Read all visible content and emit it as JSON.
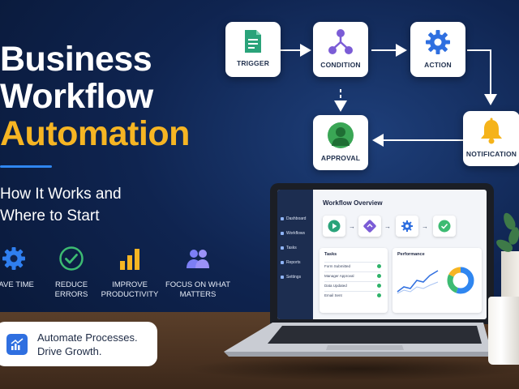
{
  "hero": {
    "line1": "Business",
    "line2": "Workflow",
    "line3": "Automation",
    "subtitle_line1": "How It Works and",
    "subtitle_line2": "Where to Start"
  },
  "benefits": [
    {
      "label": "SAVE TIME",
      "icon": "gear-icon"
    },
    {
      "label": "REDUCE ERRORS",
      "icon": "check-circle-icon"
    },
    {
      "label": "IMPROVE PRODUCTIVITY",
      "icon": "bar-chart-icon"
    },
    {
      "label": "FOCUS ON WHAT MATTERS",
      "icon": "users-icon"
    }
  ],
  "cta": {
    "line1": "Automate Processes.",
    "line2": "Drive Growth.",
    "icon": "trend-chart-icon"
  },
  "workflow": {
    "trigger": "TRIGGER",
    "condition": "CONDITION",
    "action": "ACTION",
    "approval": "APPROVAL",
    "notification": "NOTIFICATION"
  },
  "app": {
    "sidebar": [
      "Dashboard",
      "Workflows",
      "Tasks",
      "Reports",
      "Settings"
    ],
    "title": "Workflow Overview",
    "tasks_title": "Tasks",
    "tasks": [
      "Form Submitted",
      "Manager Approval",
      "Data Updated",
      "Email Sent"
    ],
    "performance_title": "Performance"
  },
  "colors": {
    "accent_yellow": "#f6b523",
    "accent_blue": "#2f86f0",
    "background_navy": "#0f2450",
    "trigger_green": "#2aa37a",
    "condition_purple": "#7b5cd6",
    "action_blue": "#2f6fe0",
    "approval_green": "#3aa655",
    "notification_yellow": "#f5b31a"
  }
}
